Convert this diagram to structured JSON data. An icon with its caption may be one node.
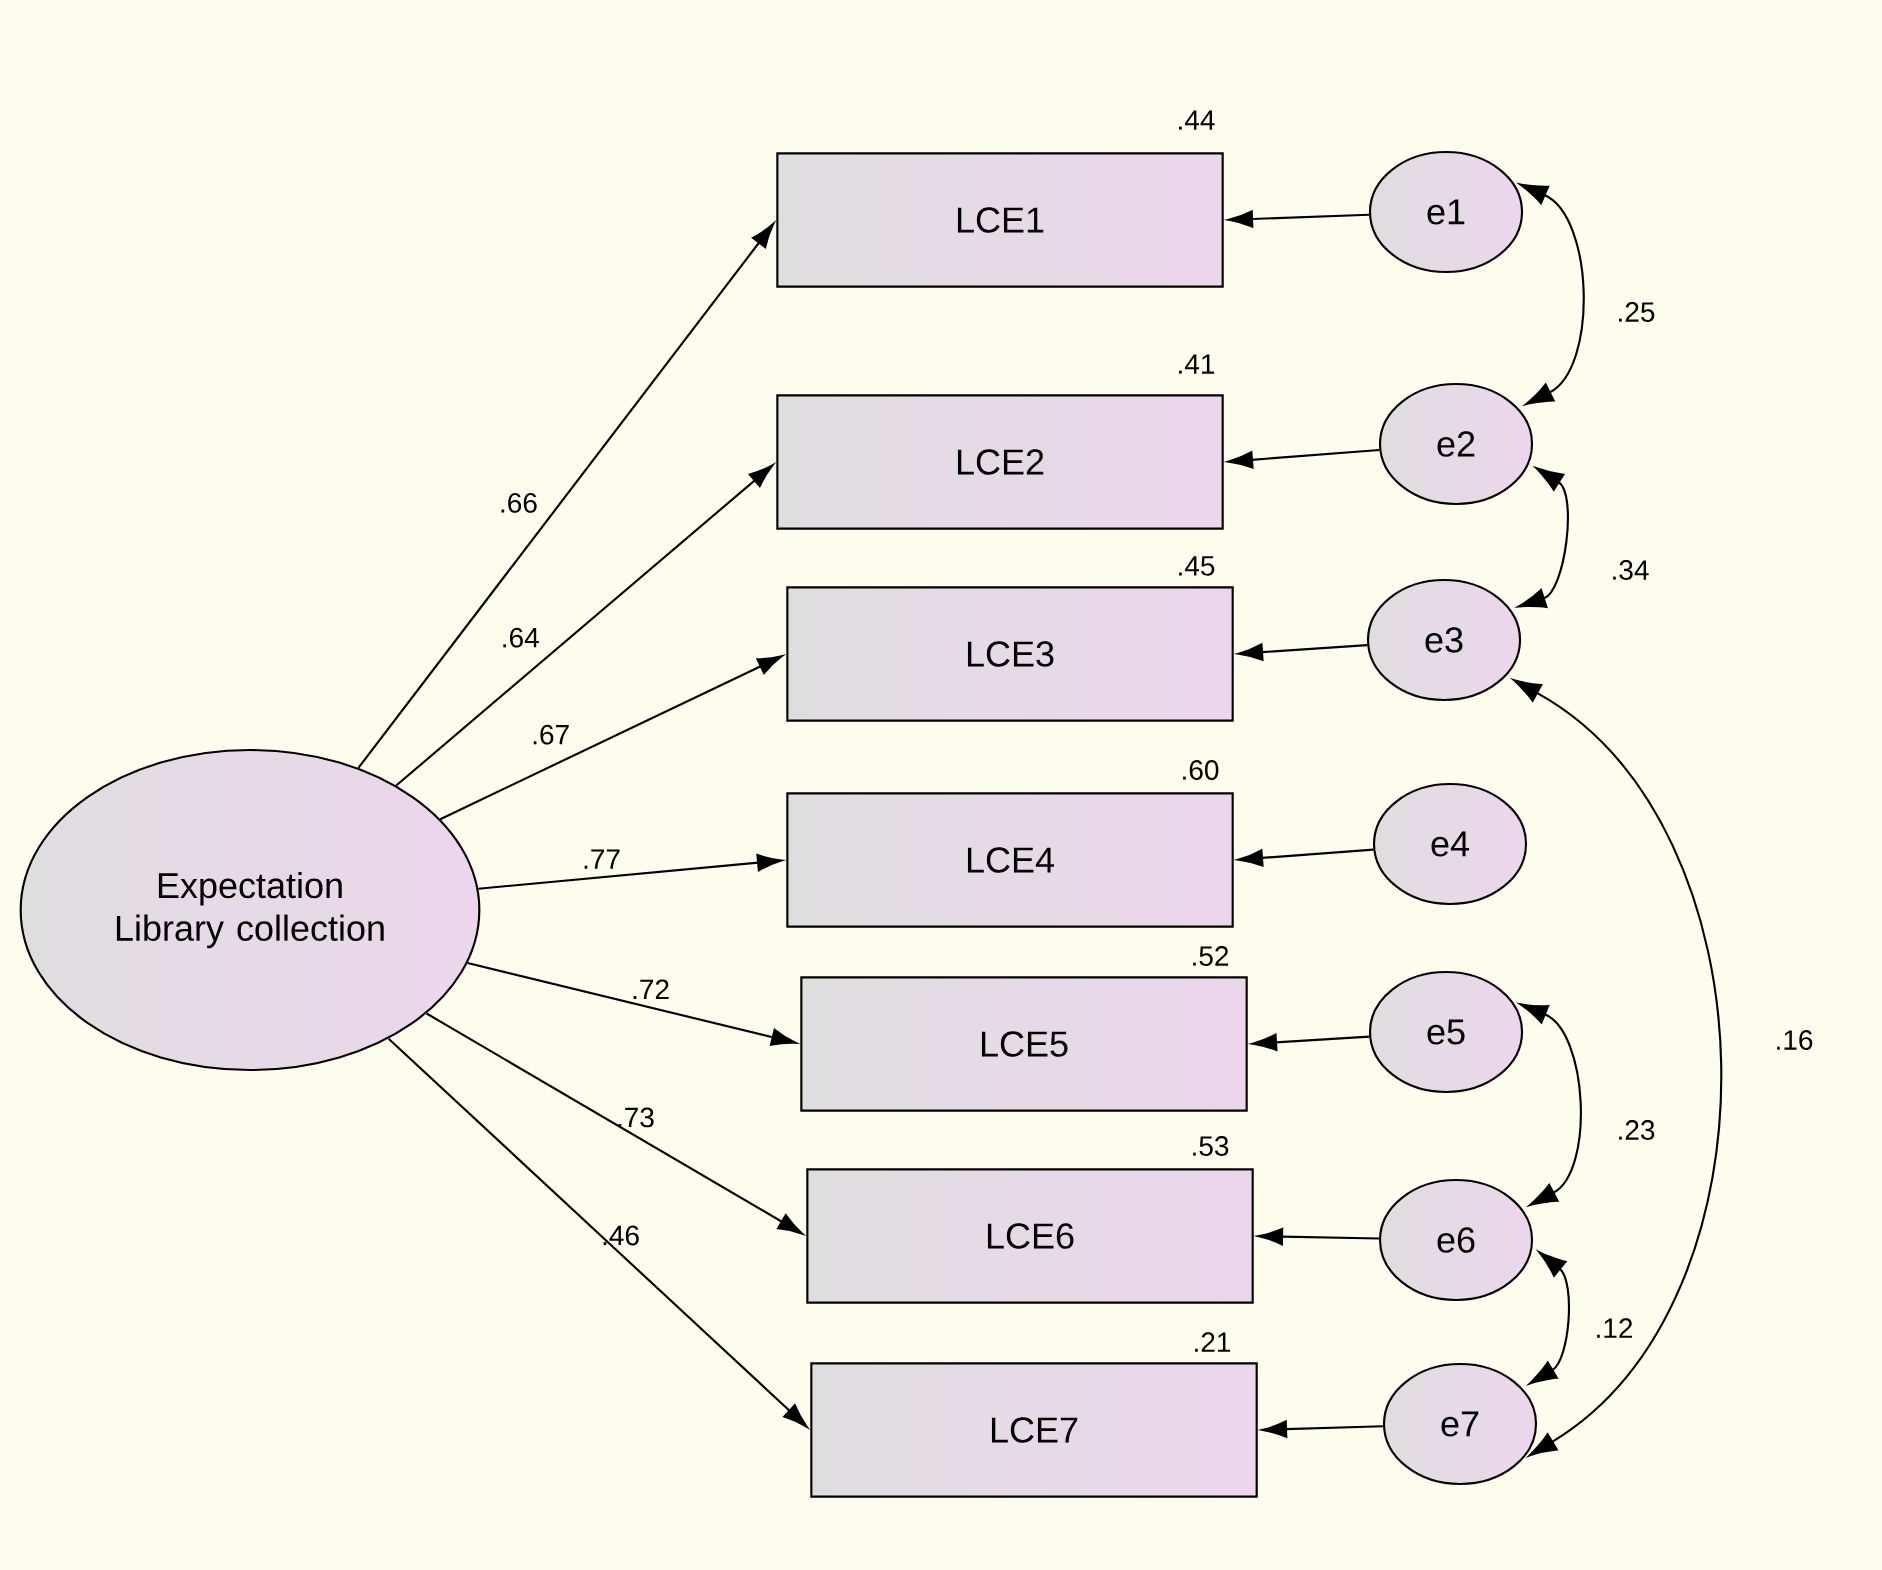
{
  "diagram": {
    "nodes": [
      {
        "text": [
          "Expectation Library collection"
        ]
      },
      {
        "text": [
          "LCE1"
        ],
        "beside": [
          ".44"
        ]
      },
      {
        "text": [
          "LCE2"
        ],
        "beside": [
          ".41"
        ]
      },
      {
        "text": [
          "LCE3"
        ],
        "beside": [
          ".45"
        ]
      },
      {
        "text": [
          "LCE4"
        ],
        "beside": [
          ".60"
        ]
      },
      {
        "text": [
          "LCE5"
        ],
        "beside": [
          ".52"
        ]
      },
      {
        "text": [
          "LCE6"
        ],
        "beside": [
          ".53"
        ]
      },
      {
        "text": [
          "LCE7"
        ],
        "beside": [
          ".21"
        ]
      },
      {
        "text": [
          "e1"
        ]
      },
      {
        "text": [
          "e2"
        ]
      },
      {
        "text": [
          "e3"
        ]
      },
      {
        "text": [
          "e4"
        ]
      },
      {
        "text": [
          "e5"
        ]
      },
      {
        "text": [
          "e6"
        ]
      },
      {
        "text": [
          "e7"
        ]
      }
    ],
    "edges": [
      {
        "from": 0,
        "to": 1,
        "arrow": "to",
        "label": ".66"
      },
      {
        "from": 0,
        "to": 2,
        "arrow": "to",
        "label": ".64"
      },
      {
        "from": 0,
        "to": 3,
        "arrow": "to",
        "label": ".67"
      },
      {
        "from": 0,
        "to": 4,
        "arrow": "to",
        "label": ".77"
      },
      {
        "from": 0,
        "to": 5,
        "arrow": "to",
        "label": ".72"
      },
      {
        "from": 0,
        "to": 6,
        "arrow": "to",
        "label": ".73"
      },
      {
        "from": 0,
        "to": 7,
        "arrow": "to",
        "label": ".46"
      },
      {
        "from": 8,
        "to": 1,
        "arrow": "to"
      },
      {
        "from": 9,
        "to": 2,
        "arrow": "to"
      },
      {
        "from": 10,
        "to": 3,
        "arrow": "to"
      },
      {
        "from": 11,
        "to": 4,
        "arrow": "to"
      },
      {
        "from": 12,
        "to": 5,
        "arrow": "to"
      },
      {
        "from": 13,
        "to": 6,
        "arrow": "to"
      },
      {
        "from": 14,
        "to": 7,
        "arrow": "to"
      },
      {
        "from": 8,
        "to": 9,
        "arrow": "both",
        "label": ".25"
      },
      {
        "from": 9,
        "to": 10,
        "arrow": "both",
        "label": ".34"
      },
      {
        "from": 12,
        "to": 13,
        "arrow": "both",
        "label": ".23"
      },
      {
        "from": 13,
        "to": 14,
        "arrow": "both",
        "label": ".12"
      },
      {
        "from": 10,
        "to": 14,
        "arrow": "both",
        "label": ".16"
      }
    ]
  }
}
